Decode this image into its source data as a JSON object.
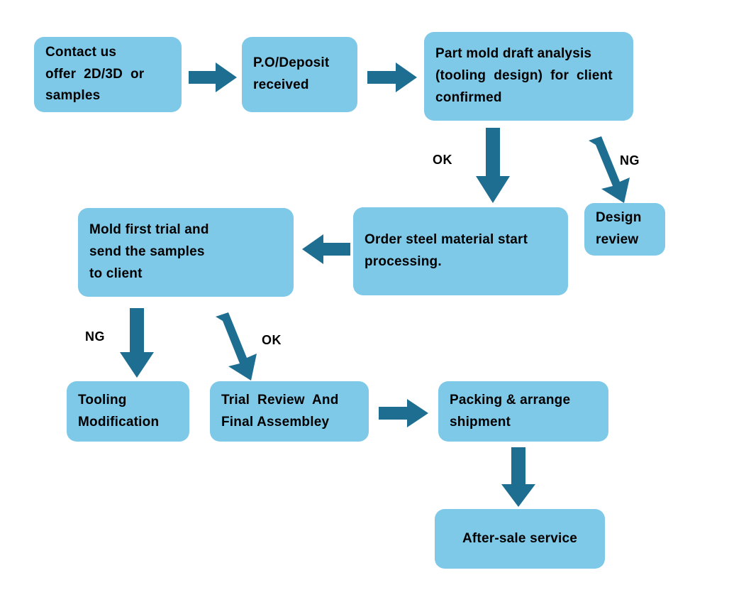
{
  "diagram": {
    "title": "Mold manufacturing process flowchart",
    "colors": {
      "node_fill": "#7ec8e8",
      "arrow": "#1d6e91",
      "text": "#000000",
      "background": "#ffffff"
    },
    "nodes": [
      {
        "id": "contact-us",
        "lines": [
          "Contact us",
          "offer  2D/3D  or",
          "samples"
        ]
      },
      {
        "id": "po-deposit",
        "lines": [
          "P.O/Deposit",
          "received"
        ]
      },
      {
        "id": "part-mold-draft-analysis",
        "lines": [
          "Part mold draft analysis",
          "(tooling  design)  for  client",
          "confirmed"
        ]
      },
      {
        "id": "design-review",
        "lines": [
          "Design",
          "review"
        ]
      },
      {
        "id": "order-steel-material",
        "lines": [
          "Order steel material start",
          "processing."
        ]
      },
      {
        "id": "mold-first-trial",
        "lines": [
          "Mold first trial and",
          "send the samples",
          "to client"
        ]
      },
      {
        "id": "tooling-modification",
        "lines": [
          "Tooling",
          "Modification"
        ]
      },
      {
        "id": "trial-review-final-assembly",
        "lines": [
          "Trial  Review  And",
          "Final Assembley"
        ]
      },
      {
        "id": "packing-arrange-shipment",
        "lines": [
          "Packing & arrange",
          "shipment"
        ]
      },
      {
        "id": "after-sale-service",
        "lines": [
          "After-sale service"
        ]
      }
    ],
    "edge_labels": {
      "ok_top": "OK",
      "ng_top": "NG",
      "ng_bottom": "NG",
      "ok_bottom": "OK"
    }
  }
}
